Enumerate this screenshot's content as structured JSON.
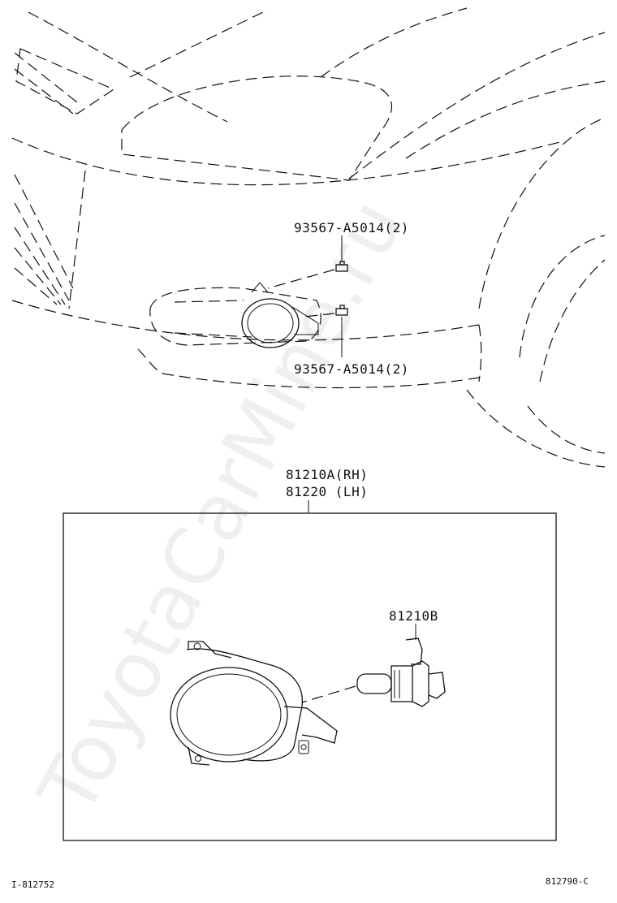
{
  "callouts": {
    "bolt_upper": "93567-A5014(2)",
    "bolt_lower": "93567-A5014(2)",
    "lamp_rh": "81210A(RH)",
    "lamp_lh": "81220  (LH)",
    "bulb": "81210B"
  },
  "footer": {
    "left_code": "I-812752",
    "right_code": "812790-C"
  },
  "watermark": "ToyotaCarMine.ru"
}
